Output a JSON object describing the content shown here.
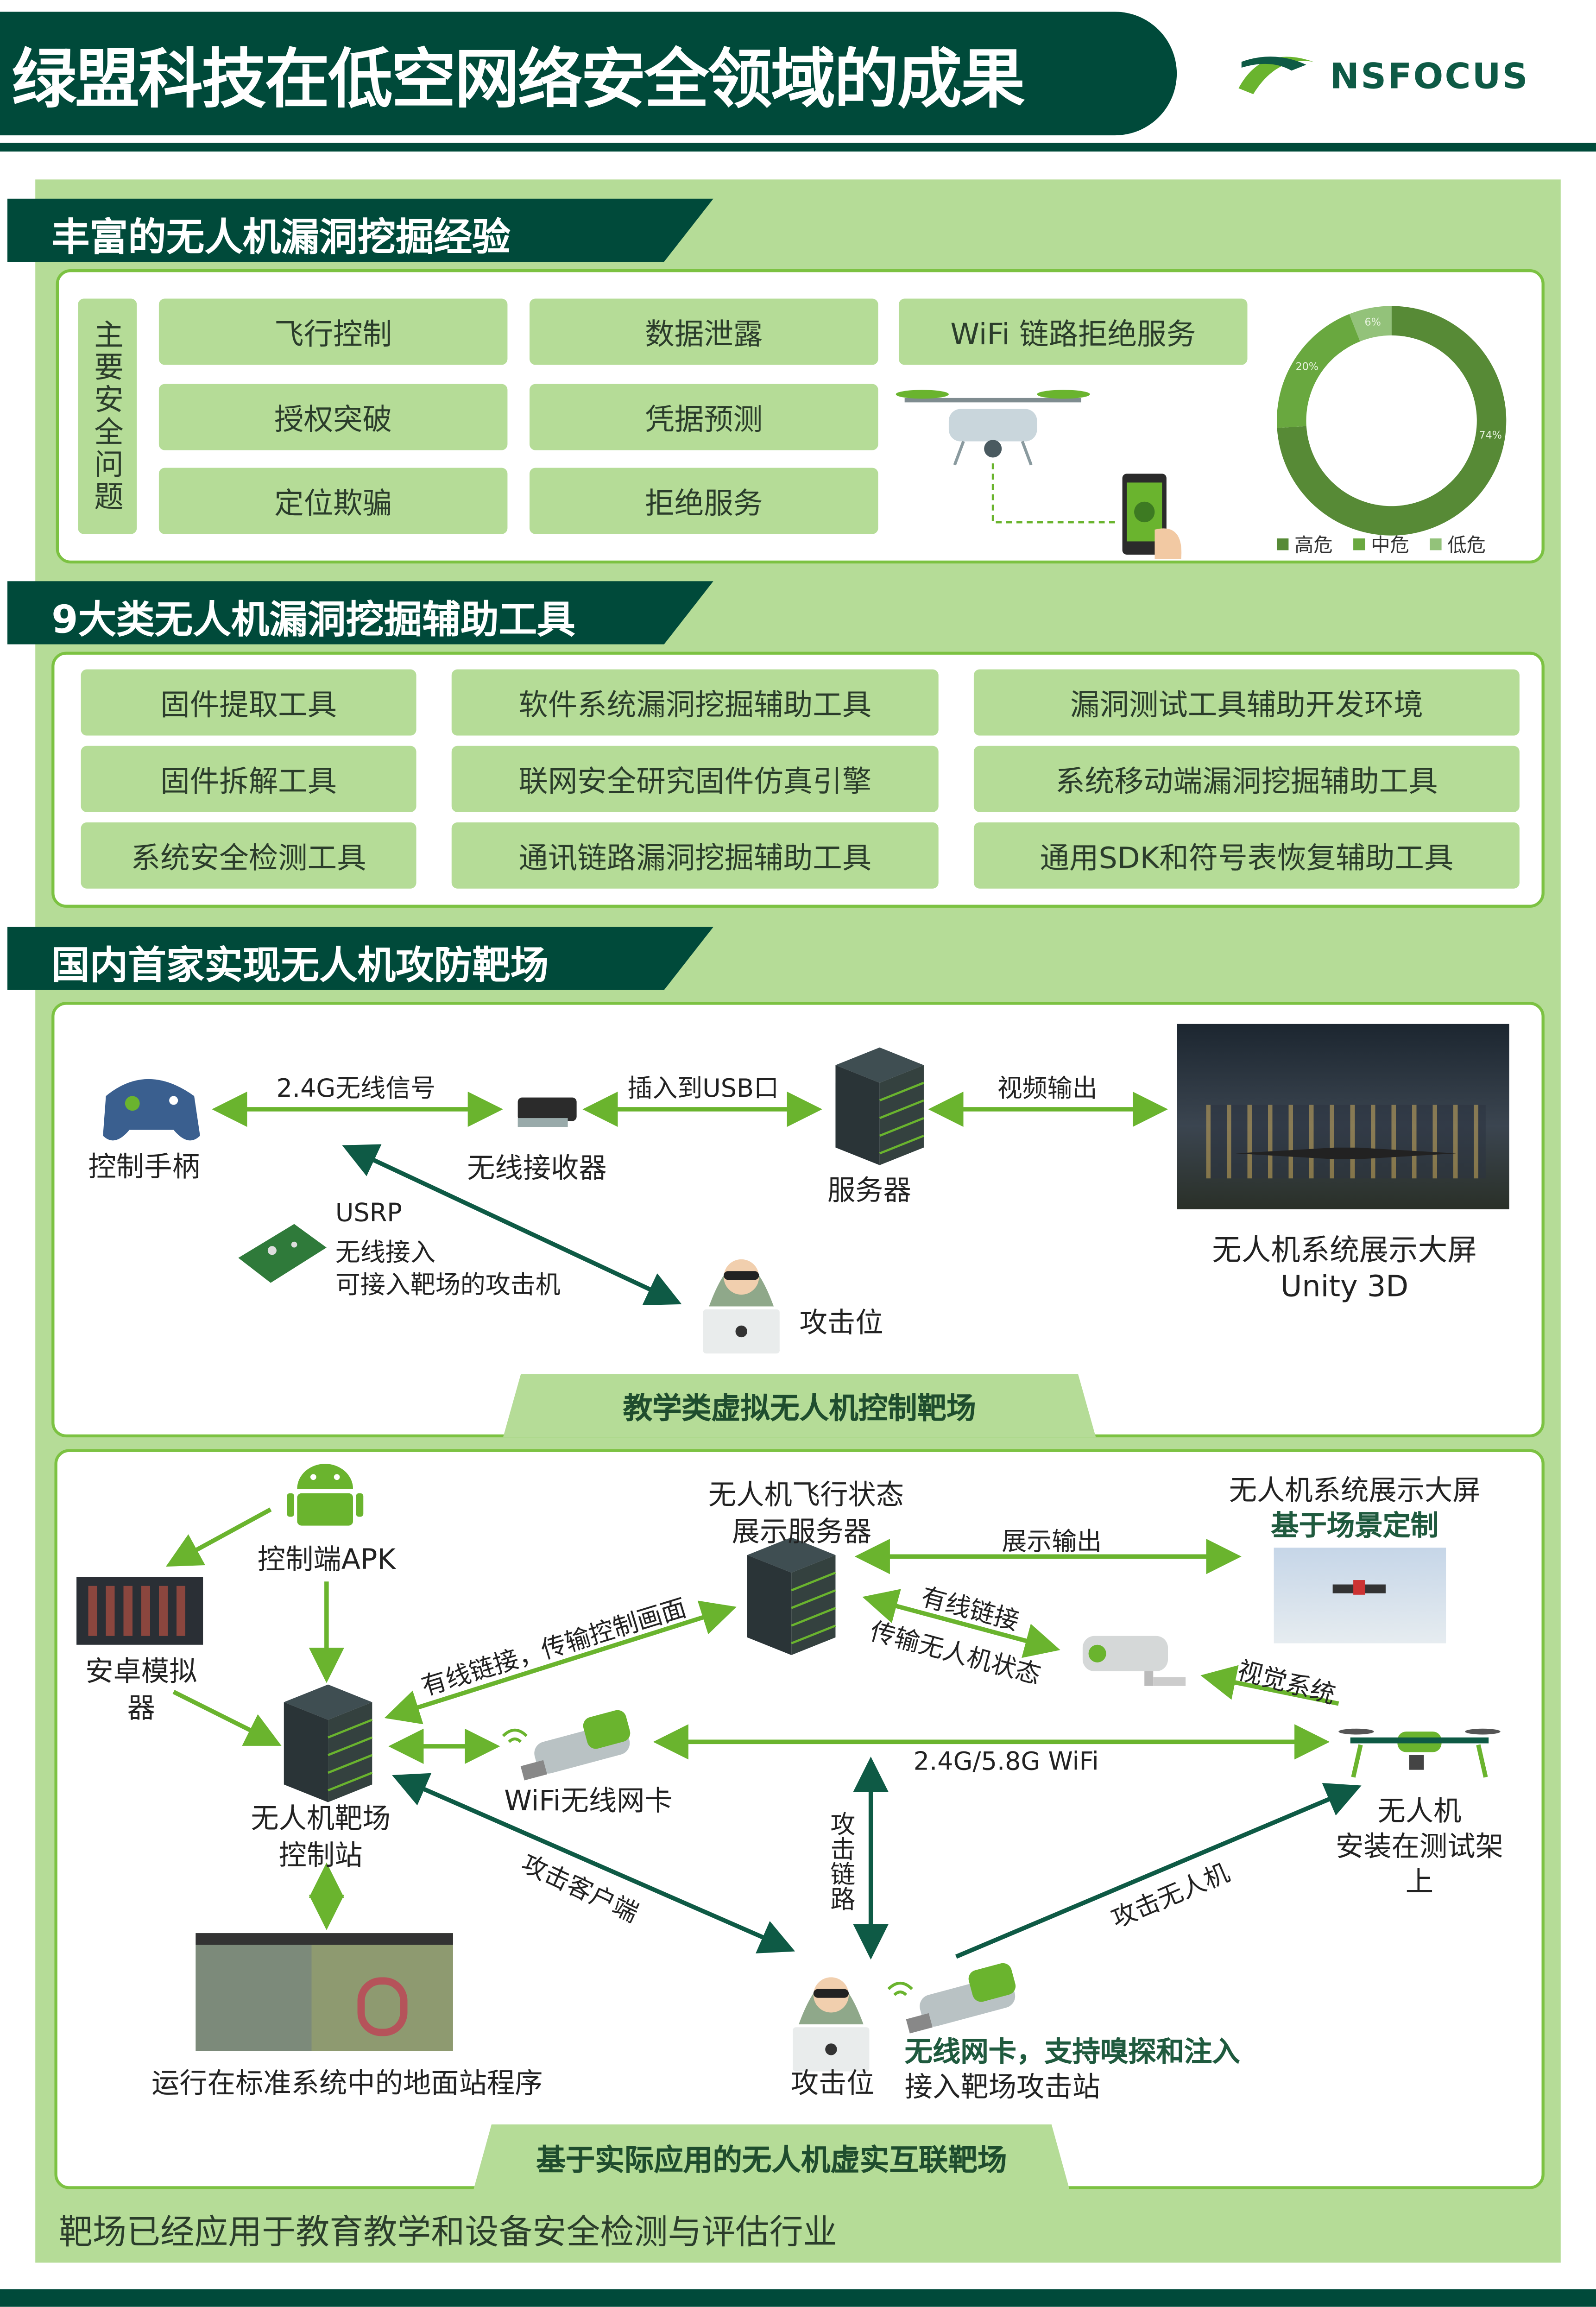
{
  "header": {
    "title": "绿盟科技在低空网络安全领域的成果",
    "logo_text": "NSFOCUS"
  },
  "section1": {
    "title": "丰富的无人机漏洞挖掘经验",
    "side_label": "主要安全问题",
    "issues": [
      "飞行控制",
      "数据泄露",
      "WiFi 链路拒绝服务",
      "授权突破",
      "凭据预测",
      "定位欺骗",
      "拒绝服务"
    ]
  },
  "chart_data": {
    "type": "pie",
    "variant": "donut",
    "categories": [
      "高危",
      "中危",
      "低危"
    ],
    "values": [
      74,
      20,
      6
    ],
    "labels": [
      "74%",
      "20%",
      "6%"
    ],
    "colors": [
      "#578a36",
      "#69a83f",
      "#93c27a"
    ],
    "legend_position": "bottom"
  },
  "section2": {
    "title": "9大类无人机漏洞挖掘辅助工具",
    "tools": [
      "固件提取工具",
      "软件系统漏洞挖掘辅助工具",
      "漏洞测试工具辅助开发环境",
      "固件拆解工具",
      "联网安全研究固件仿真引擎",
      "系统移动端漏洞挖掘辅助工具",
      "系统安全检测工具",
      "通讯链路漏洞挖掘辅助工具",
      "通用SDK和符号表恢复辅助工具"
    ]
  },
  "section3": {
    "title": "国内首家实现无人机攻防靶场",
    "virtual": {
      "tab": "教学类虚拟无人机控制靶场",
      "gamepad": "控制手柄",
      "signal": "2.4G无线信号",
      "receiver": "无线接收器",
      "usb": "插入到USB口",
      "server": "服务器",
      "video": "视频输出",
      "screen_line1": "无人机系统展示大屏",
      "screen_line2": "Unity 3D",
      "usrp_line1": "USRP",
      "usrp_line2": "无线接入",
      "usrp_line3": "可接入靶场的攻击机",
      "attacker": "攻击位"
    },
    "real": {
      "tab": "基于实际应用的无人机虚实互联靶场",
      "apk": "控制端APK",
      "emulator_line1": "安卓模拟",
      "emulator_line2": "器",
      "station_line1": "无人机靶场",
      "station_line2": "控制站",
      "ground": "运行在标准系统中的地面站程序",
      "wired_ctrl": "有线链接，传输控制画面",
      "status_server_line1": "无人机飞行状态",
      "status_server_line2": "展示服务器",
      "display_out": "展示输出",
      "screen_line1": "无人机系统展示大屏",
      "screen_line2": "基于场景定制",
      "wired_link": "有线链接",
      "transfer_status": "传输无人机状态",
      "vision": "视觉系统",
      "wifi_card": "WiFi无线网卡",
      "wifi_band": "2.4G/5.8G WiFi",
      "drone_line1": "无人机",
      "drone_line2": "安装在测试架",
      "drone_line3": "上",
      "attack_client": "攻击客户端",
      "attack_link": "攻击链路",
      "attack_drone": "攻击无人机",
      "attacker": "攻击位",
      "nic_line1": "无线网卡，支持嗅探和注入",
      "nic_line2": "接入靶场攻击站"
    }
  },
  "footer": {
    "text": "靶场已经应用于教育教学和设备安全检测与评估行业"
  },
  "colors": {
    "dark_green": "#004a3a",
    "panel_green": "#b5dc97",
    "arrow_light": "#6ab42e",
    "arrow_dark": "#0e5a45"
  }
}
